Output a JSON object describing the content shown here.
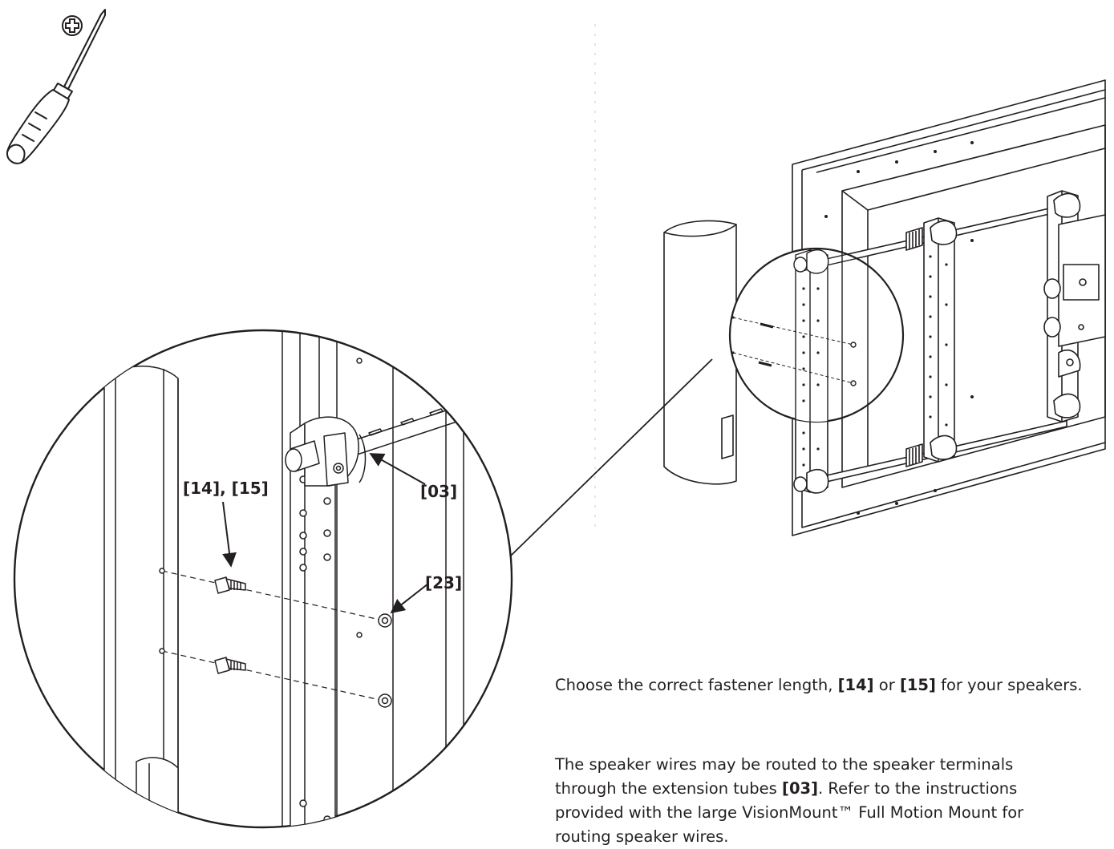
{
  "callouts": {
    "fasteners": "[14], [15]",
    "extension_tube": "[03]",
    "nut": "[23]"
  },
  "instruction_1": {
    "a": "Choose the correct fastener length, ",
    "b": "[14]",
    "c": " or ",
    "d": "[15]",
    "e": " for your speakers."
  },
  "instruction_2": {
    "line1": "The speaker wires may be routed to the speaker terminals",
    "line2a": "through the extension tubes ",
    "line2b": "[03]",
    "line2c": ".  Refer to the instructions",
    "line3": "provided with the large VisionMount™ Full Motion Mount for",
    "line4": "routing speaker wires."
  },
  "icons": {
    "tool": "phillips-screwdriver-icon",
    "tool_badge": "phillips-head-symbol-icon"
  },
  "colors": {
    "ink": "#231f20",
    "paper": "#ffffff"
  }
}
